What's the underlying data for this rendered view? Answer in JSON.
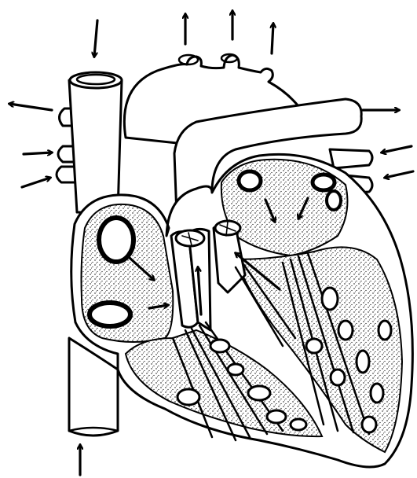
{
  "diagram": {
    "subject": "heart-cross-section",
    "style": "line-drawing",
    "colors": {
      "ink": "#000000",
      "paper": "#ffffff"
    },
    "flow_arrows": [
      {
        "name": "arrow-top-into-svc",
        "direction": "down"
      },
      {
        "name": "arrow-up-1",
        "direction": "up"
      },
      {
        "name": "arrow-up-2",
        "direction": "up"
      },
      {
        "name": "arrow-up-3",
        "direction": "up"
      },
      {
        "name": "arrow-left-out",
        "direction": "left"
      },
      {
        "name": "arrow-left-in-1",
        "direction": "right"
      },
      {
        "name": "arrow-left-in-2",
        "direction": "right"
      },
      {
        "name": "arrow-right-out",
        "direction": "right"
      },
      {
        "name": "arrow-right-in-1",
        "direction": "left"
      },
      {
        "name": "arrow-right-in-2",
        "direction": "left"
      },
      {
        "name": "arrow-bottom-into-ivc",
        "direction": "up"
      }
    ]
  }
}
